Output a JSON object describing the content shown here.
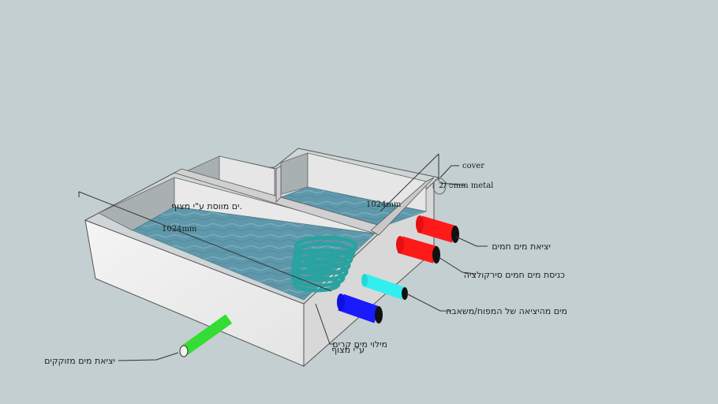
{
  "labels": {
    "cover": "cover",
    "metal": "ס /2mm metal",
    "dim_right": "1024mm",
    "dim_left": "1024mm",
    "hot_out": "יציאת מים חמים",
    "hot_in": "כניסת מים חמים סירקולציה",
    "pump_out": "מים מהיציאה של המפוח/משאבה",
    "fill_line1": "מילוי מים קרים",
    "fill_line2": "ע\"י מצוף",
    "drain": "יציאת מים מזוקקים",
    "float_note": "ים מווסת ע\"י מצוף."
  },
  "colors": {
    "background": "#c3cfd1",
    "water": "#5f98ab",
    "hot_pipe": "#ff1a1a",
    "circ_pipe": "#ff1a1a",
    "pump_pipe": "#33eeee",
    "cold_pipe": "#1a1aff",
    "drain_pipe": "#33dd33",
    "coil": "#2aa3a0"
  }
}
